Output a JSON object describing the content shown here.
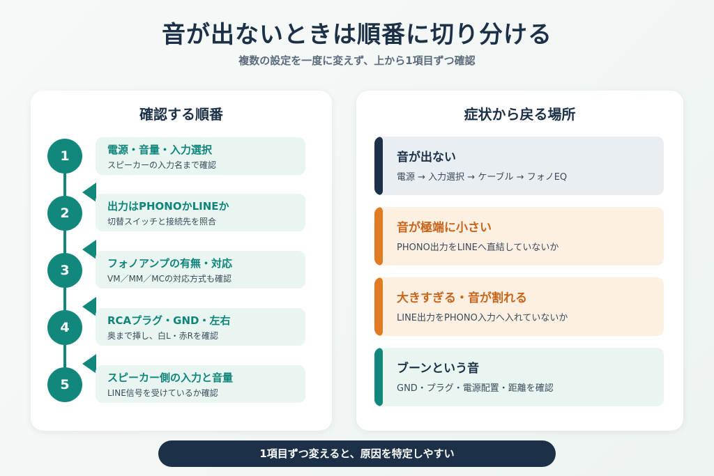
{
  "title": "音が出ないときは順番に切り分ける",
  "subtitle": "複数の設定を一度に変えず、上から1項目ずつ確認",
  "left_panel": {
    "heading": "確認する順番",
    "steps": [
      {
        "number": "1",
        "title": "電源・音量・入力選択",
        "desc": "スピーカーの入力名まで確認"
      },
      {
        "number": "2",
        "title": "出力はPHONOかLINEか",
        "desc": "切替スイッチと接続先を照合"
      },
      {
        "number": "3",
        "title": "フォノアンプの有無・対応",
        "desc": "VM／MM／MCの対応方式も確認"
      },
      {
        "number": "4",
        "title": "RCAプラグ・GND・左右",
        "desc": "奥まで挿し、白L・赤Rを確認"
      },
      {
        "number": "5",
        "title": "スピーカー側の入力と音量",
        "desc": "LINE信号を受けているか確認"
      }
    ]
  },
  "right_panel": {
    "heading": "症状から戻る場所",
    "symptoms": [
      {
        "title": "音が出ない",
        "route": "電源 → 入力選択 → ケーブル → フォノEQ",
        "bg": "#e9eef2",
        "bar": "#1c3147",
        "title_color": "#1c3147"
      },
      {
        "title": "音が極端に小さい",
        "route": "PHONO出力をLINEへ直結していないか",
        "bg": "#fdf0e3",
        "bar": "#e07b22",
        "title_color": "#c8651a"
      },
      {
        "title": "大きすぎる・音が割れる",
        "route": "LINE出力をPHONO入力へ入れていないか",
        "bg": "#fdf0e3",
        "bar": "#e07b22",
        "title_color": "#c8651a"
      },
      {
        "title": "ブーンという音",
        "route": "GND・プラグ・電源配置・距離を確認",
        "bg": "#e8f5f1",
        "bar": "#12887c",
        "title_color": "#1c3147"
      }
    ]
  },
  "footer": "1項目ずつ変えると、原因を特定しやすい"
}
